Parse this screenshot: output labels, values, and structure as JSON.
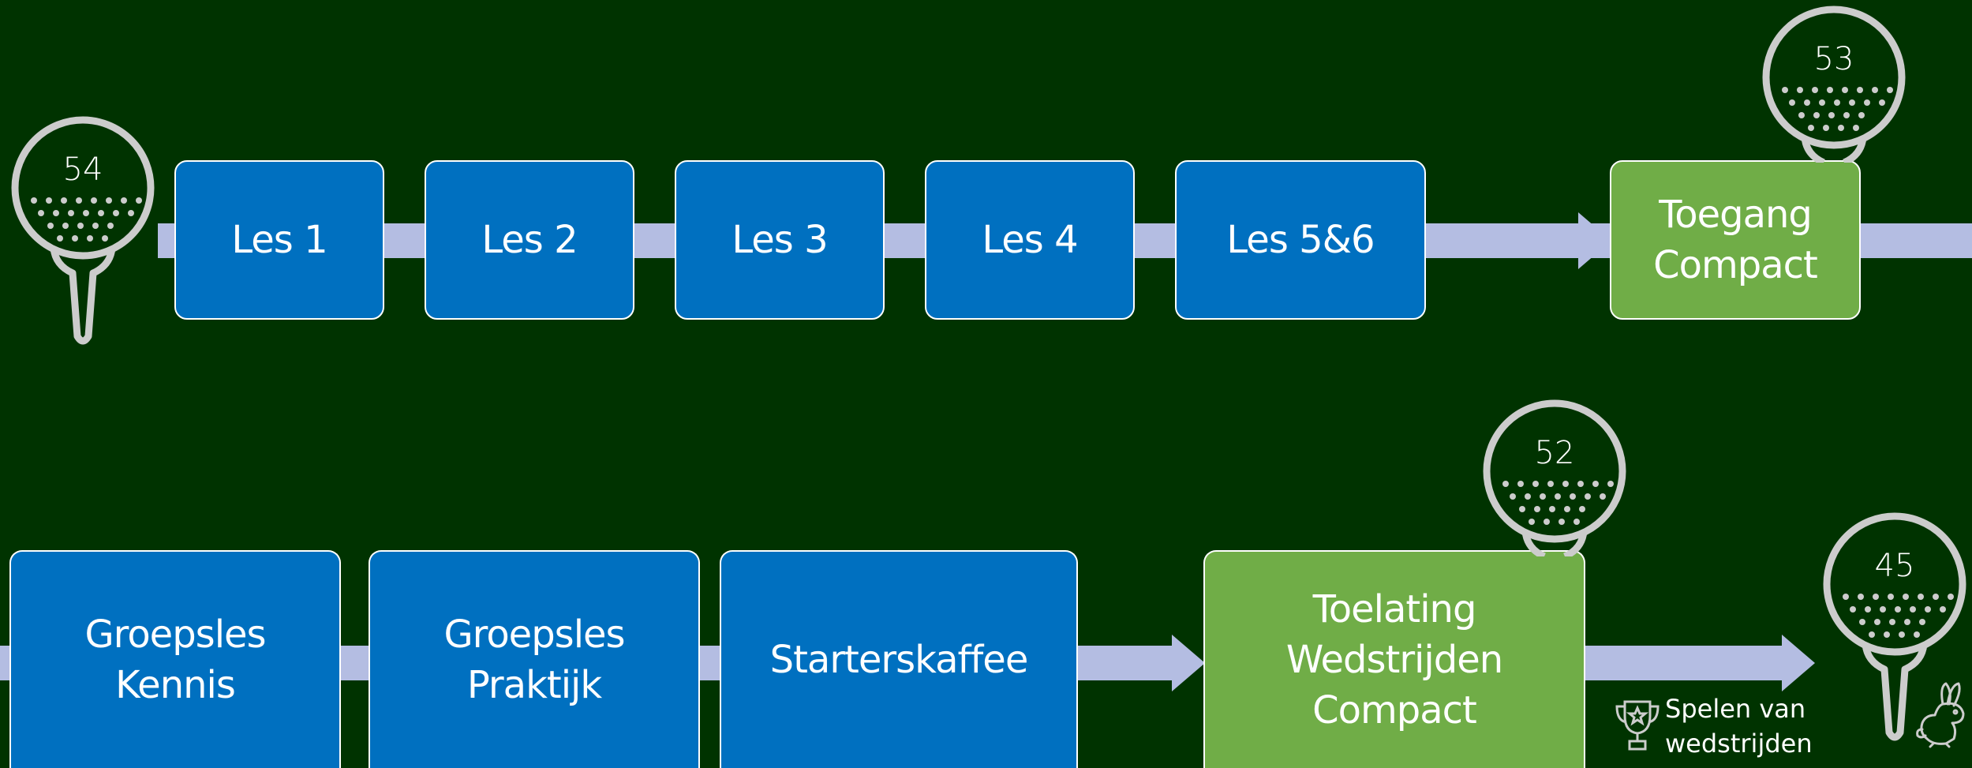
{
  "colors": {
    "background": "#003300",
    "connector": "#b4bde2",
    "lesson_box": "#0070c0",
    "milestone_box": "#70ad47",
    "outline": "#ffffff",
    "tee_ball": "#cccccc"
  },
  "row1": {
    "boxes": [
      "Les 1",
      "Les 2",
      "Les 3",
      "Les 4",
      "Les 5&6"
    ],
    "milestone": "Toegang\nCompact"
  },
  "row2": {
    "boxes": [
      "Groepsles\nKennis",
      "Groepsles\nPraktijk",
      "Starterskaffee"
    ],
    "milestone": "Toelating\nWedstrijden\nCompact"
  },
  "handicaps": {
    "start": "54",
    "after_toegang": "53",
    "after_toelating": "52",
    "end": "45"
  },
  "caption": "Spelen van\nwedstrijden",
  "icons": [
    "golf-tee-ball-icon",
    "trophy-icon",
    "rabbit-icon"
  ]
}
